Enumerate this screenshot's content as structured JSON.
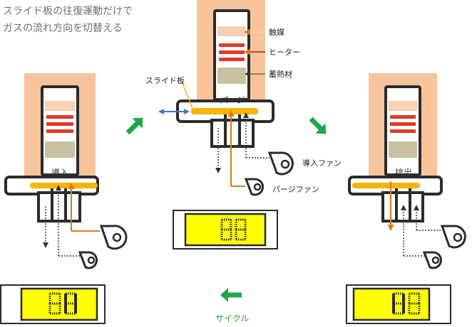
{
  "title": {
    "line1": "スライド板の往復運動だけで",
    "line2": "ガスの流れ方向を切替える"
  },
  "labels": {
    "catalyst": "触媒",
    "heater": "ヒーター",
    "heat_storage": "蓄熱材",
    "slide_plate": "スライド板",
    "purge_port": "パージ",
    "intake_port": "導入",
    "exhaust_port": "排出",
    "intake_fan": "導入ファン",
    "purge_fan": "パージファン",
    "cycle": "サイクル"
  },
  "colors": {
    "peach": "#f8c49c",
    "catalyst": "#f6d0b0",
    "heater": "#e03a2a",
    "heat_storage": "#c8c1a1",
    "slide_plate": "#f5b400",
    "flow_arrow": "#e07818",
    "slide_arrow": "#3a78c8",
    "cycle_arrow": "#1fa84a",
    "display_bg": "#ffff00",
    "outline": "#2b2b2b"
  },
  "icons": [
    "fan-icon",
    "arrow-icon",
    "seven-segment-display"
  ]
}
